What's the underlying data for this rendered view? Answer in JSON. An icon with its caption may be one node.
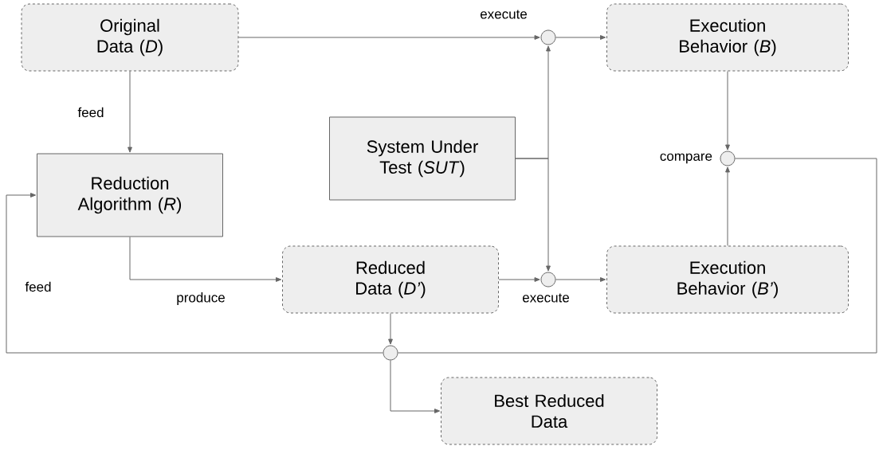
{
  "diagram": {
    "nodes": [
      {
        "text": [
          "Original Data (*D*)"
        ]
      },
      {
        "text": [
          "Reduction Algorithm (*R*)"
        ]
      },
      {
        "text": [
          "System Under Test (*SUT*)"
        ]
      },
      {
        "text": [],
        "shape": "circle"
      },
      {
        "text": [
          "Execution Behavior (*B*)"
        ]
      },
      {
        "text": [],
        "shape": "circle",
        "beside": [
          "compare"
        ]
      },
      {
        "text": [
          "Reduced Data (*D’*)"
        ]
      },
      {
        "text": [],
        "shape": "circle"
      },
      {
        "text": [
          "Execution Behavior (*B’*)"
        ]
      },
      {
        "text": [],
        "shape": "circle"
      },
      {
        "text": [
          "Best Reduced Data"
        ]
      }
    ],
    "edges": [
      {
        "from": 0,
        "to": 3,
        "arrow": "to",
        "label": "execute"
      },
      {
        "from": 3,
        "to": 4,
        "arrow": "to"
      },
      {
        "from": 2,
        "to": 3,
        "arrow": "to"
      },
      {
        "from": 2,
        "to": 7,
        "arrow": "to"
      },
      {
        "from": 0,
        "to": 1,
        "arrow": "to",
        "label": "feed"
      },
      {
        "from": 1,
        "to": 6,
        "arrow": "to",
        "label": "produce"
      },
      {
        "from": 6,
        "to": 7,
        "arrow": "to",
        "label": "execute"
      },
      {
        "from": 7,
        "to": 8,
        "arrow": "to"
      },
      {
        "from": 4,
        "to": 5,
        "arrow": "to"
      },
      {
        "from": 8,
        "to": 5,
        "arrow": "to"
      },
      {
        "from": 6,
        "to": 9,
        "arrow": "to"
      },
      {
        "from": 5,
        "to": 9,
        "arrow": "none"
      },
      {
        "from": 9,
        "to": 1,
        "arrow": "to",
        "label": "feed"
      },
      {
        "from": 9,
        "to": 10,
        "arrow": "to"
      }
    ]
  }
}
